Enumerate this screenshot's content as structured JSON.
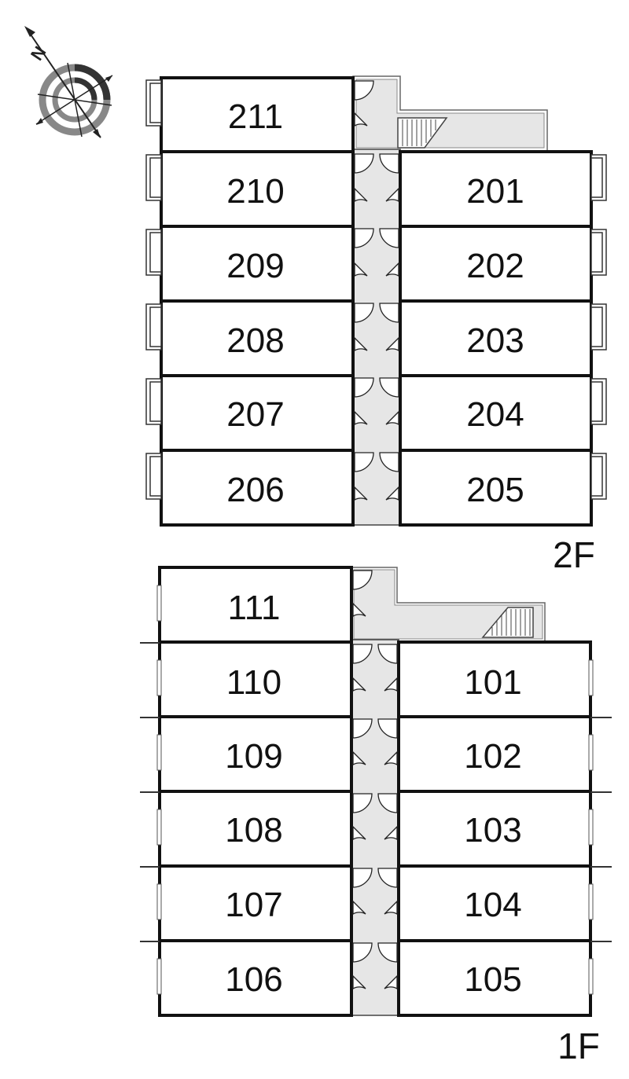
{
  "compass": {
    "label": "N",
    "icon": "compass-icon"
  },
  "floors": [
    {
      "id": "2F",
      "label": "2F",
      "left_rooms": [
        "211",
        "210",
        "209",
        "208",
        "207",
        "206"
      ],
      "right_rooms": [
        "201",
        "202",
        "203",
        "204",
        "205"
      ]
    },
    {
      "id": "1F",
      "label": "1F",
      "left_rooms": [
        "111",
        "110",
        "109",
        "108",
        "107",
        "106"
      ],
      "right_rooms": [
        "101",
        "102",
        "103",
        "104",
        "105"
      ]
    }
  ],
  "colors": {
    "wall": "#111111",
    "corridor": "#e6e6e6",
    "background": "#ffffff"
  }
}
